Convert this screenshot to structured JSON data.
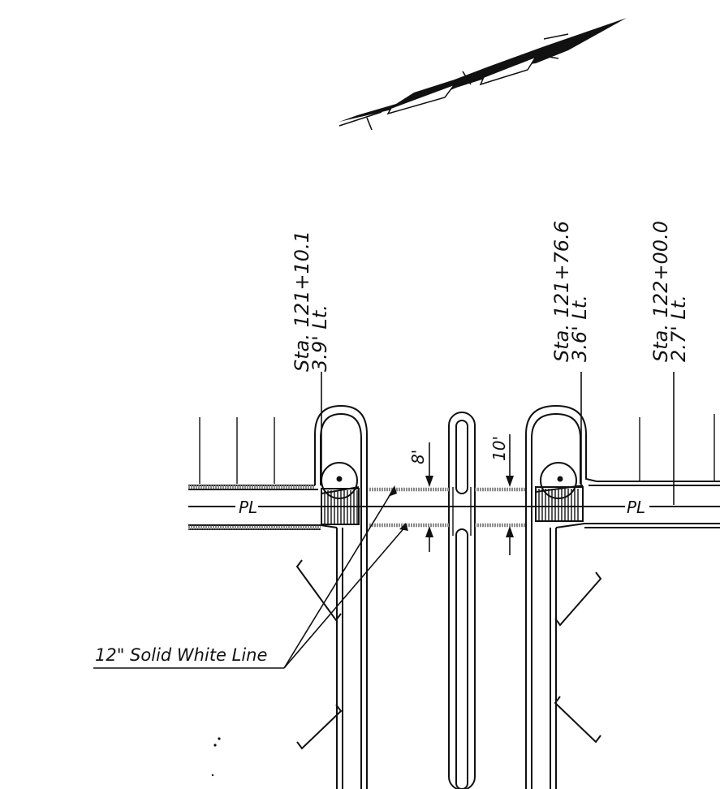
{
  "labels": {
    "station_1": {
      "sta": "Sta. 121+10.1",
      "offset": "3.9' Lt."
    },
    "station_2": {
      "sta": "Sta. 121+76.6",
      "offset": "3.6' Lt."
    },
    "station_3": {
      "sta": "Sta. 122+00.0",
      "offset": "2.7' Lt."
    },
    "dimension_8": "8'",
    "dimension_10": "10'",
    "property_line_symbol": "PL",
    "solid_white_line": "12\" Solid White Line"
  },
  "colors": {
    "linework": "#111111",
    "white_line_hatch": "#8a8a8a",
    "background": "#ffffff"
  },
  "icons": {
    "north_arrow": "north-arrow-icon",
    "pedestrian_signal": "signal-pole-icon"
  }
}
